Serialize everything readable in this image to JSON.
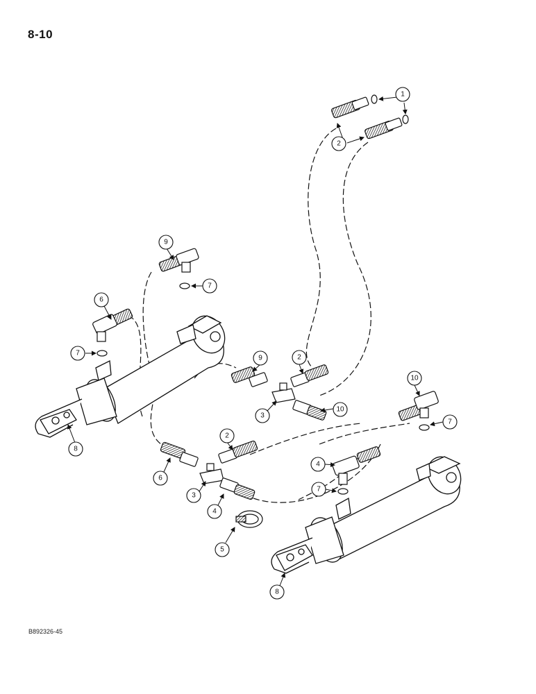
{
  "page_number": "8-10",
  "figure_code": "B892326-45",
  "callouts": [
    "1",
    "2",
    "3",
    "4",
    "5",
    "6",
    "7",
    "8",
    "9",
    "10"
  ],
  "colors": {
    "line": "#111111",
    "paper": "#ffffff"
  }
}
